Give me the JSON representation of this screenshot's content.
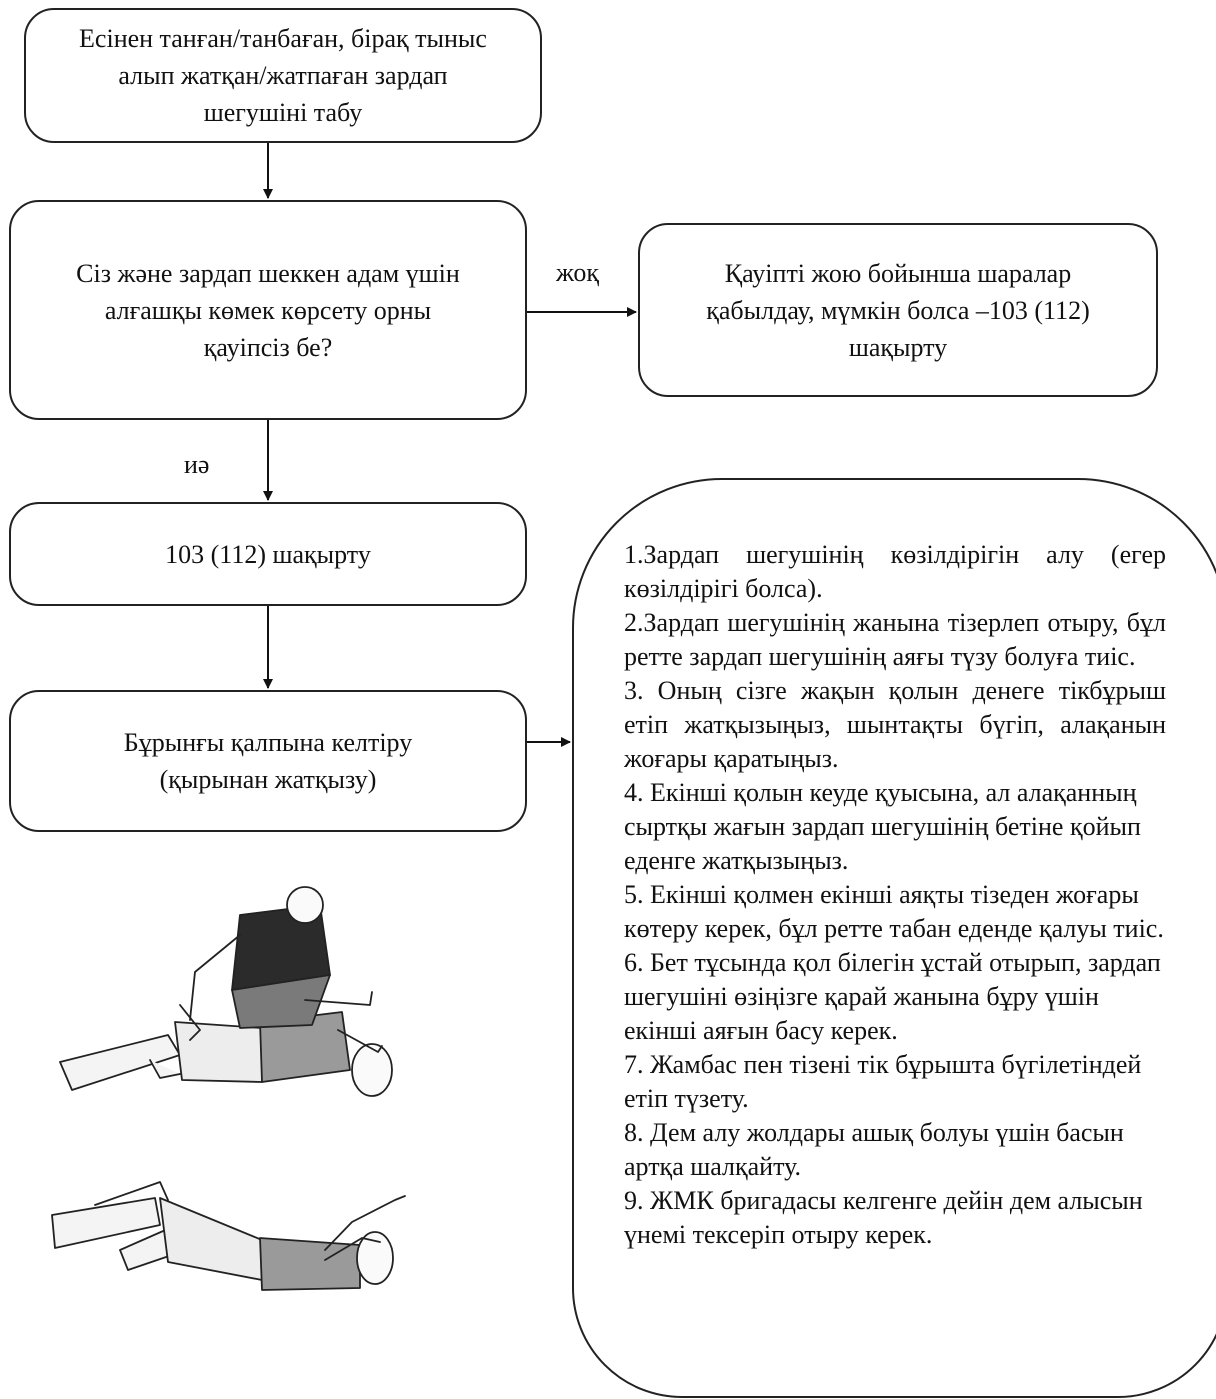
{
  "nodes": {
    "find_victim": {
      "lines": [
        "Есінен танған/танбаған, бірақ тыныс",
        "алып жатқан/жатпаған зардап",
        "шегушіні табу"
      ]
    },
    "safety_question": {
      "lines": [
        "Сіз және зардап шеккен адам үшін",
        "алғашқы көмек көрсету орны",
        "қауіпсіз бе?"
      ]
    },
    "eliminate_danger": {
      "lines": [
        "Қауіпті жою бойынша шаралар",
        "қабылдау, мүмкін болса –103 (112)",
        "шақырту"
      ]
    },
    "call_emergency": {
      "lines": [
        "103 (112) шақырту"
      ]
    },
    "recovery_position": {
      "lines": [
        "Бұрынғы қалпына келтіру",
        "(қырынан жатқызу)"
      ]
    }
  },
  "edge_labels": {
    "no": "жоқ",
    "yes": "иә"
  },
  "steps": [
    "1.Зардап шегушінің көзілдірігін алу (егер көзілдірігі болса).",
    "2.Зардап шегушінің жанына тізерлеп отыру, бұл ретте зардап шегушінің аяғы түзу болуға тиіс.",
    "3. Оның сізге жақын қолын денеге тікбұрыш етіп жатқызыңыз, шынтақты бүгіп, алақанын жоғары қаратыңыз.",
    "4. Екінші қолын кеуде қуысына, ал алақанның сыртқы жағын зардап шегушінің бетіне қойып еденге жатқызыңыз.",
    "5. Екінші қолмен екінші аяқты тізеден жоғары көтеру керек, бұл ретте табан еденде қалуы тиіс.",
    "6. Бет тұсында қол білегін ұстай отырып, зардап шегушіні өзіңізге қарай жанына бұру үшін екінші аяғын басу керек.",
    "7. Жамбас пен тізені тік бұрышта бүгілетіндей етіп түзету.",
    "8. Дем алу жолдары ашық болуы үшін басын артқа шалқайту.",
    "9. ЖМК бригадасы келгенге дейін дем алысын үнемі тексеріп отыру керек."
  ]
}
